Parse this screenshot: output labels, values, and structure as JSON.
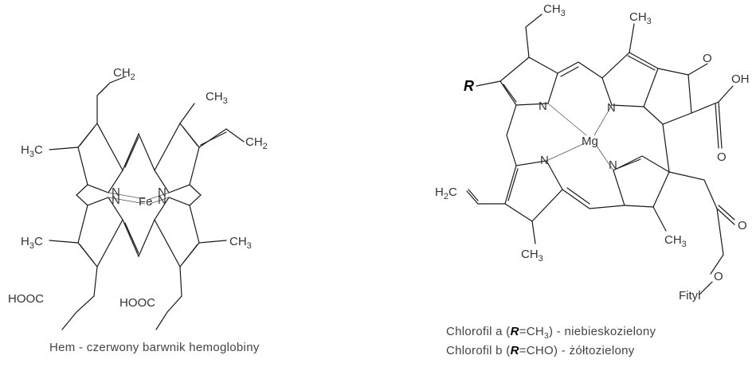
{
  "heme": {
    "labels": {
      "ch2_top": "CH",
      "ch2_top_sub": "2",
      "ch3_tr": "CH",
      "ch3_tr_sub": "3",
      "h3c_l": "H",
      "h3c_l_sub": "3",
      "h3c_l_c": "C",
      "ch2_r": "CH",
      "ch2_r_sub": "2",
      "n_tl": "N",
      "n_tr": "N",
      "n_bl": "N",
      "n_br": "N",
      "fe": "Fe",
      "h3c_bl": "H",
      "h3c_bl_sub": "3",
      "h3c_bl_c": "C",
      "ch3_br": "CH",
      "ch3_br_sub": "3",
      "hooc_l": "HOOC",
      "hooc_r": "HOOC"
    },
    "caption": "Hem - czerwony barwnik hemoglobiny"
  },
  "chlorophyll": {
    "labels": {
      "ch3_top": "CH",
      "ch3_top_sub": "3",
      "ch3_tr": "CH",
      "ch3_tr_sub": "3",
      "o_ketone": "O",
      "oh_top": "OH",
      "r": "R",
      "n_tl": "N",
      "n_tr": "N",
      "n_bl": "N",
      "n_br": "N",
      "mg": "Mg",
      "o_acid": "O",
      "h2c": "H",
      "h2c_sub": "2",
      "h2c_c": "C",
      "ch3_bl": "CH",
      "ch3_bl_sub": "3",
      "ch3_b": "CH",
      "ch3_b_sub": "3",
      "o_ester": "O",
      "o_ester2": "O",
      "fityl": "Fityl"
    },
    "caption_a": {
      "prefix": "Chlorofil a (",
      "r": "R",
      "eq": "=CH",
      "sub": "3",
      "suffix": ") - niebieskozielony"
    },
    "caption_b": {
      "prefix": "Chlorofil b (",
      "r": "R",
      "eq": "=CHO",
      "suffix": ") - żółtozielony"
    }
  }
}
